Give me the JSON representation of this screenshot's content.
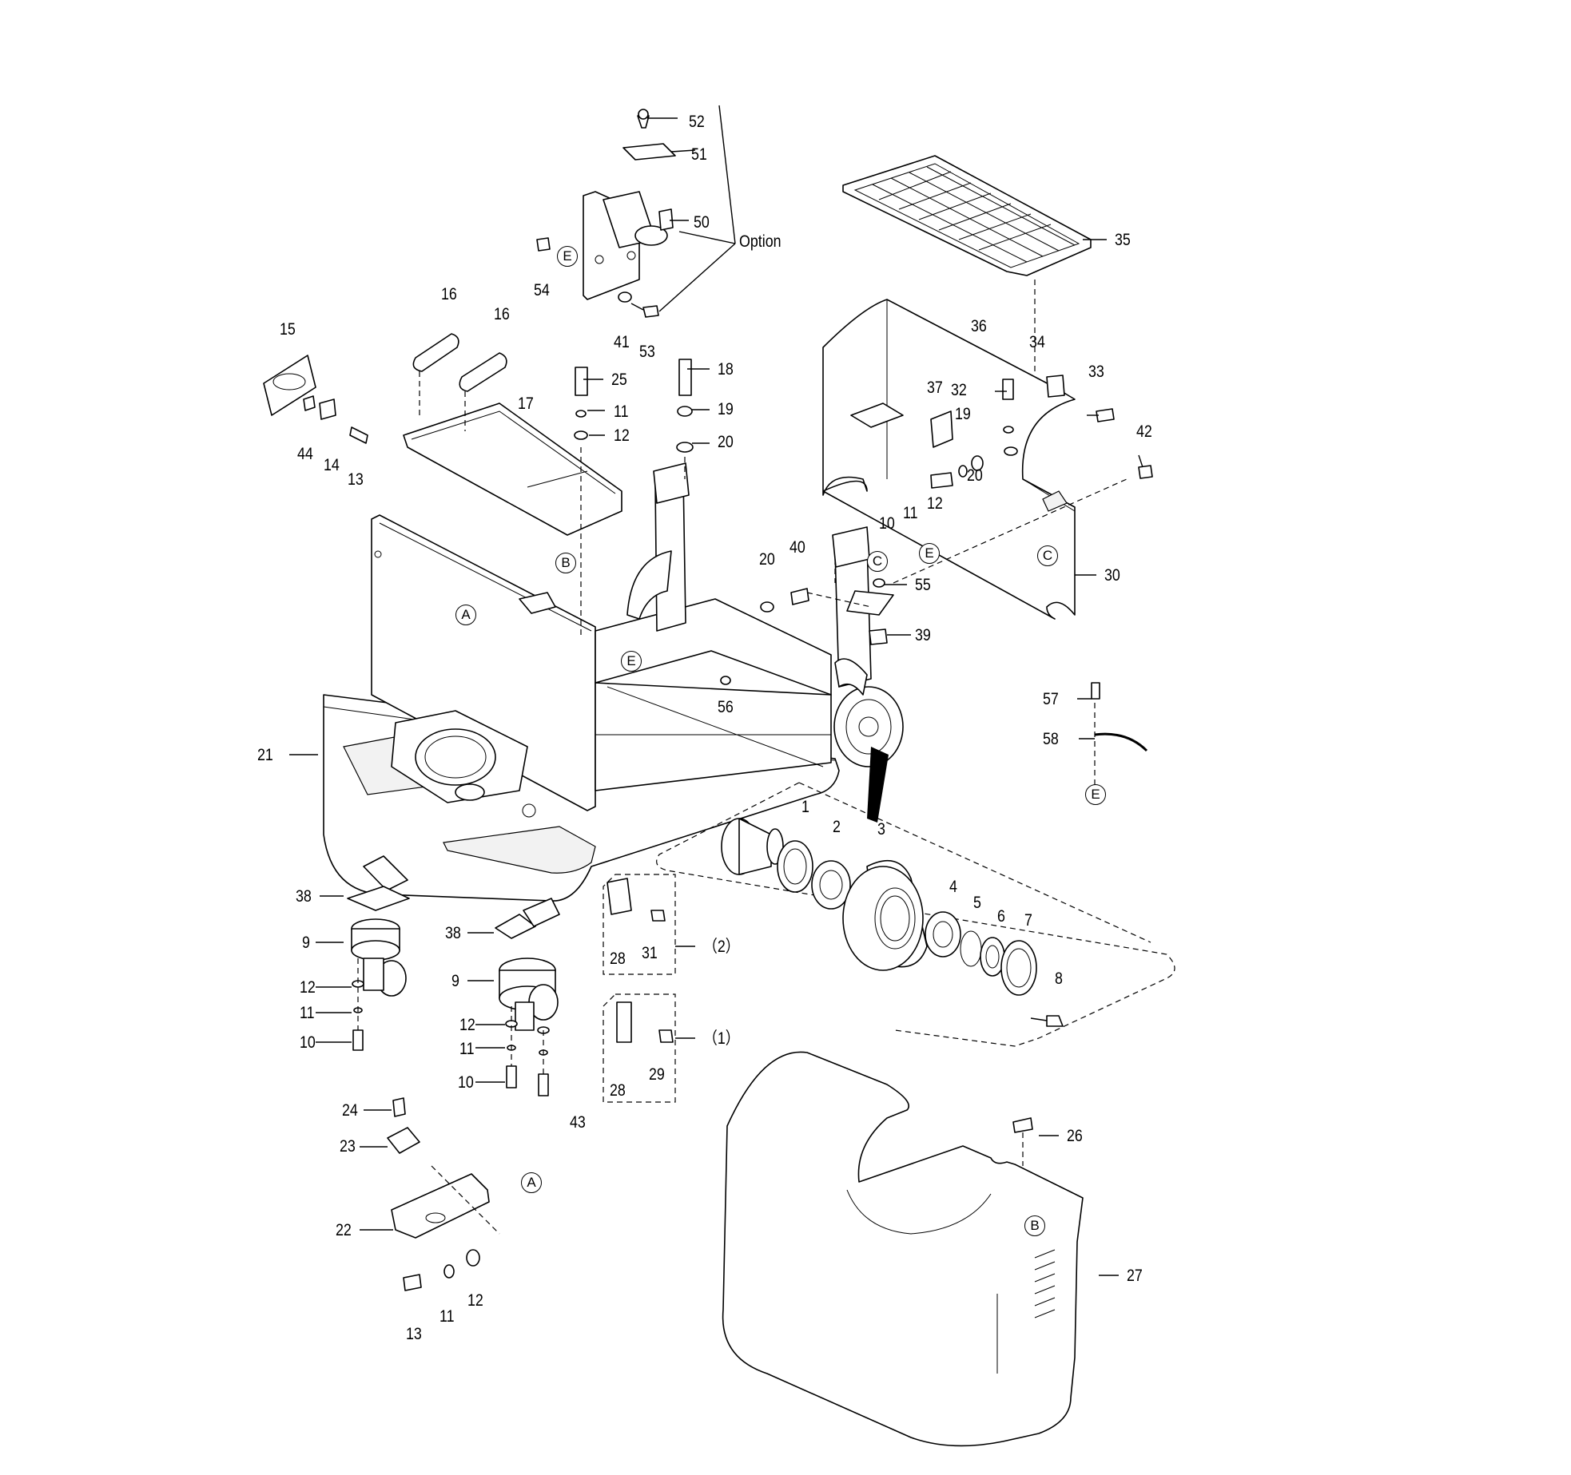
{
  "callouts": {
    "c1": "1",
    "c2": "2",
    "c3": "3",
    "c4": "4",
    "c5": "5",
    "c6": "6",
    "c7": "7",
    "c8": "8",
    "c9a": "9",
    "c9b": "9",
    "c10a": "10",
    "c10b": "10",
    "c10c": "10",
    "c11a": "11",
    "c11b": "11",
    "c11c": "11",
    "c11d": "11",
    "c11e": "11",
    "c12a": "12",
    "c12b": "12",
    "c12c": "12",
    "c12d": "12",
    "c12e": "12",
    "c13a": "13",
    "c13b": "13",
    "c14": "14",
    "c15": "15",
    "c16a": "16",
    "c16b": "16",
    "c17": "17",
    "c18": "18",
    "c19a": "19",
    "c19b": "19",
    "c20a": "20",
    "c20b": "20",
    "c20c": "20",
    "c21": "21",
    "c22": "22",
    "c23": "23",
    "c24": "24",
    "c25": "25",
    "c26": "26",
    "c27": "27",
    "c28a": "28",
    "c28b": "28",
    "c29": "29",
    "c30": "30",
    "c31": "31",
    "c32": "32",
    "c33": "33",
    "c34": "34",
    "c35": "35",
    "c36": "36",
    "c37": "37",
    "c38a": "38",
    "c38b": "38",
    "c39": "39",
    "c40": "40",
    "c41": "41",
    "c42": "42",
    "c43": "43",
    "c44": "44",
    "c50": "50",
    "c51": "51",
    "c52": "52",
    "c53": "53",
    "c54": "54",
    "c55": "55",
    "c56": "56",
    "c57": "57",
    "c58": "58",
    "option": "Option",
    "group1": "（1）",
    "group2": "（2）"
  },
  "refs": {
    "A1": "A",
    "A2": "A",
    "B1": "B",
    "B2": "B",
    "C1": "C",
    "C2": "C",
    "E1": "E",
    "E2": "E",
    "E3": "E",
    "E4": "E"
  }
}
